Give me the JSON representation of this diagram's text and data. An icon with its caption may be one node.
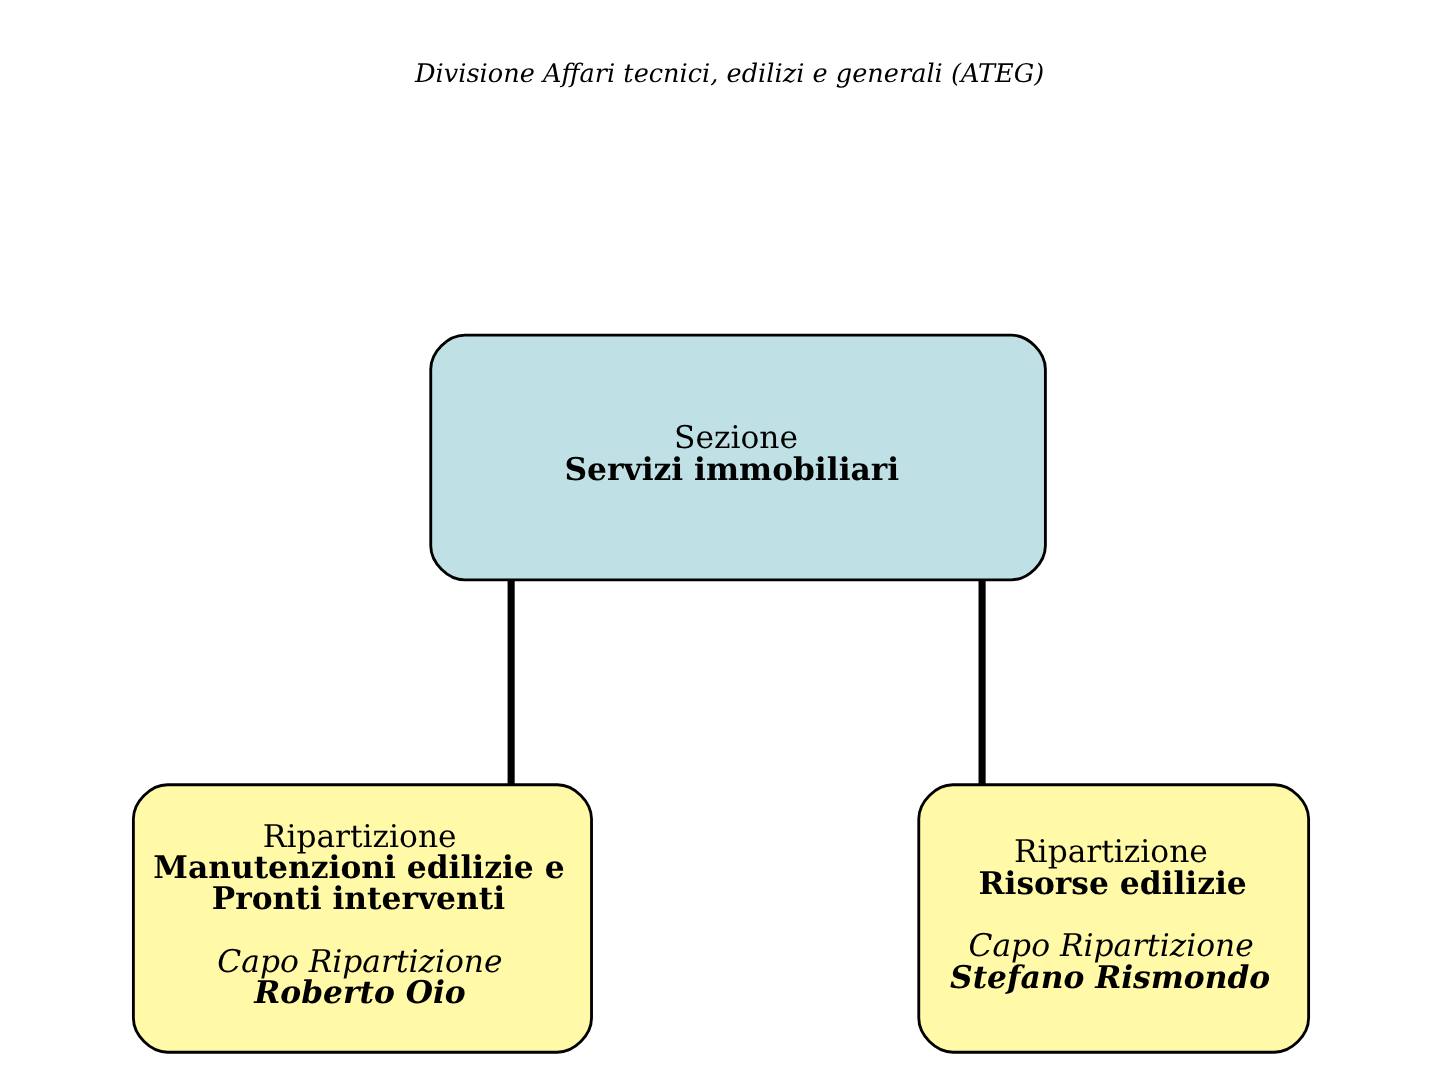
{
  "diagram": {
    "nodes": [
      {
        "text": [
          "Sezione",
          "Servizi immobiliari"
        ]
      },
      {
        "text": [
          "Ripartizione",
          "Manutenzioni edilizie e Pronti interventi",
          "Capo Ripartizione",
          "Roberto Oio"
        ]
      },
      {
        "text": [
          "Ripartizione",
          "Risorse edilizie",
          "Capo Ripartizione",
          "Stefano Rismondo"
        ]
      }
    ],
    "edges": [
      {
        "from": 0,
        "to": 1,
        "arrow": "none"
      },
      {
        "from": 0,
        "to": 2,
        "arrow": "none"
      }
    ],
    "labels": [
      "Divisione Affari tecnici, edilizi e generali (ATEG)"
    ]
  }
}
